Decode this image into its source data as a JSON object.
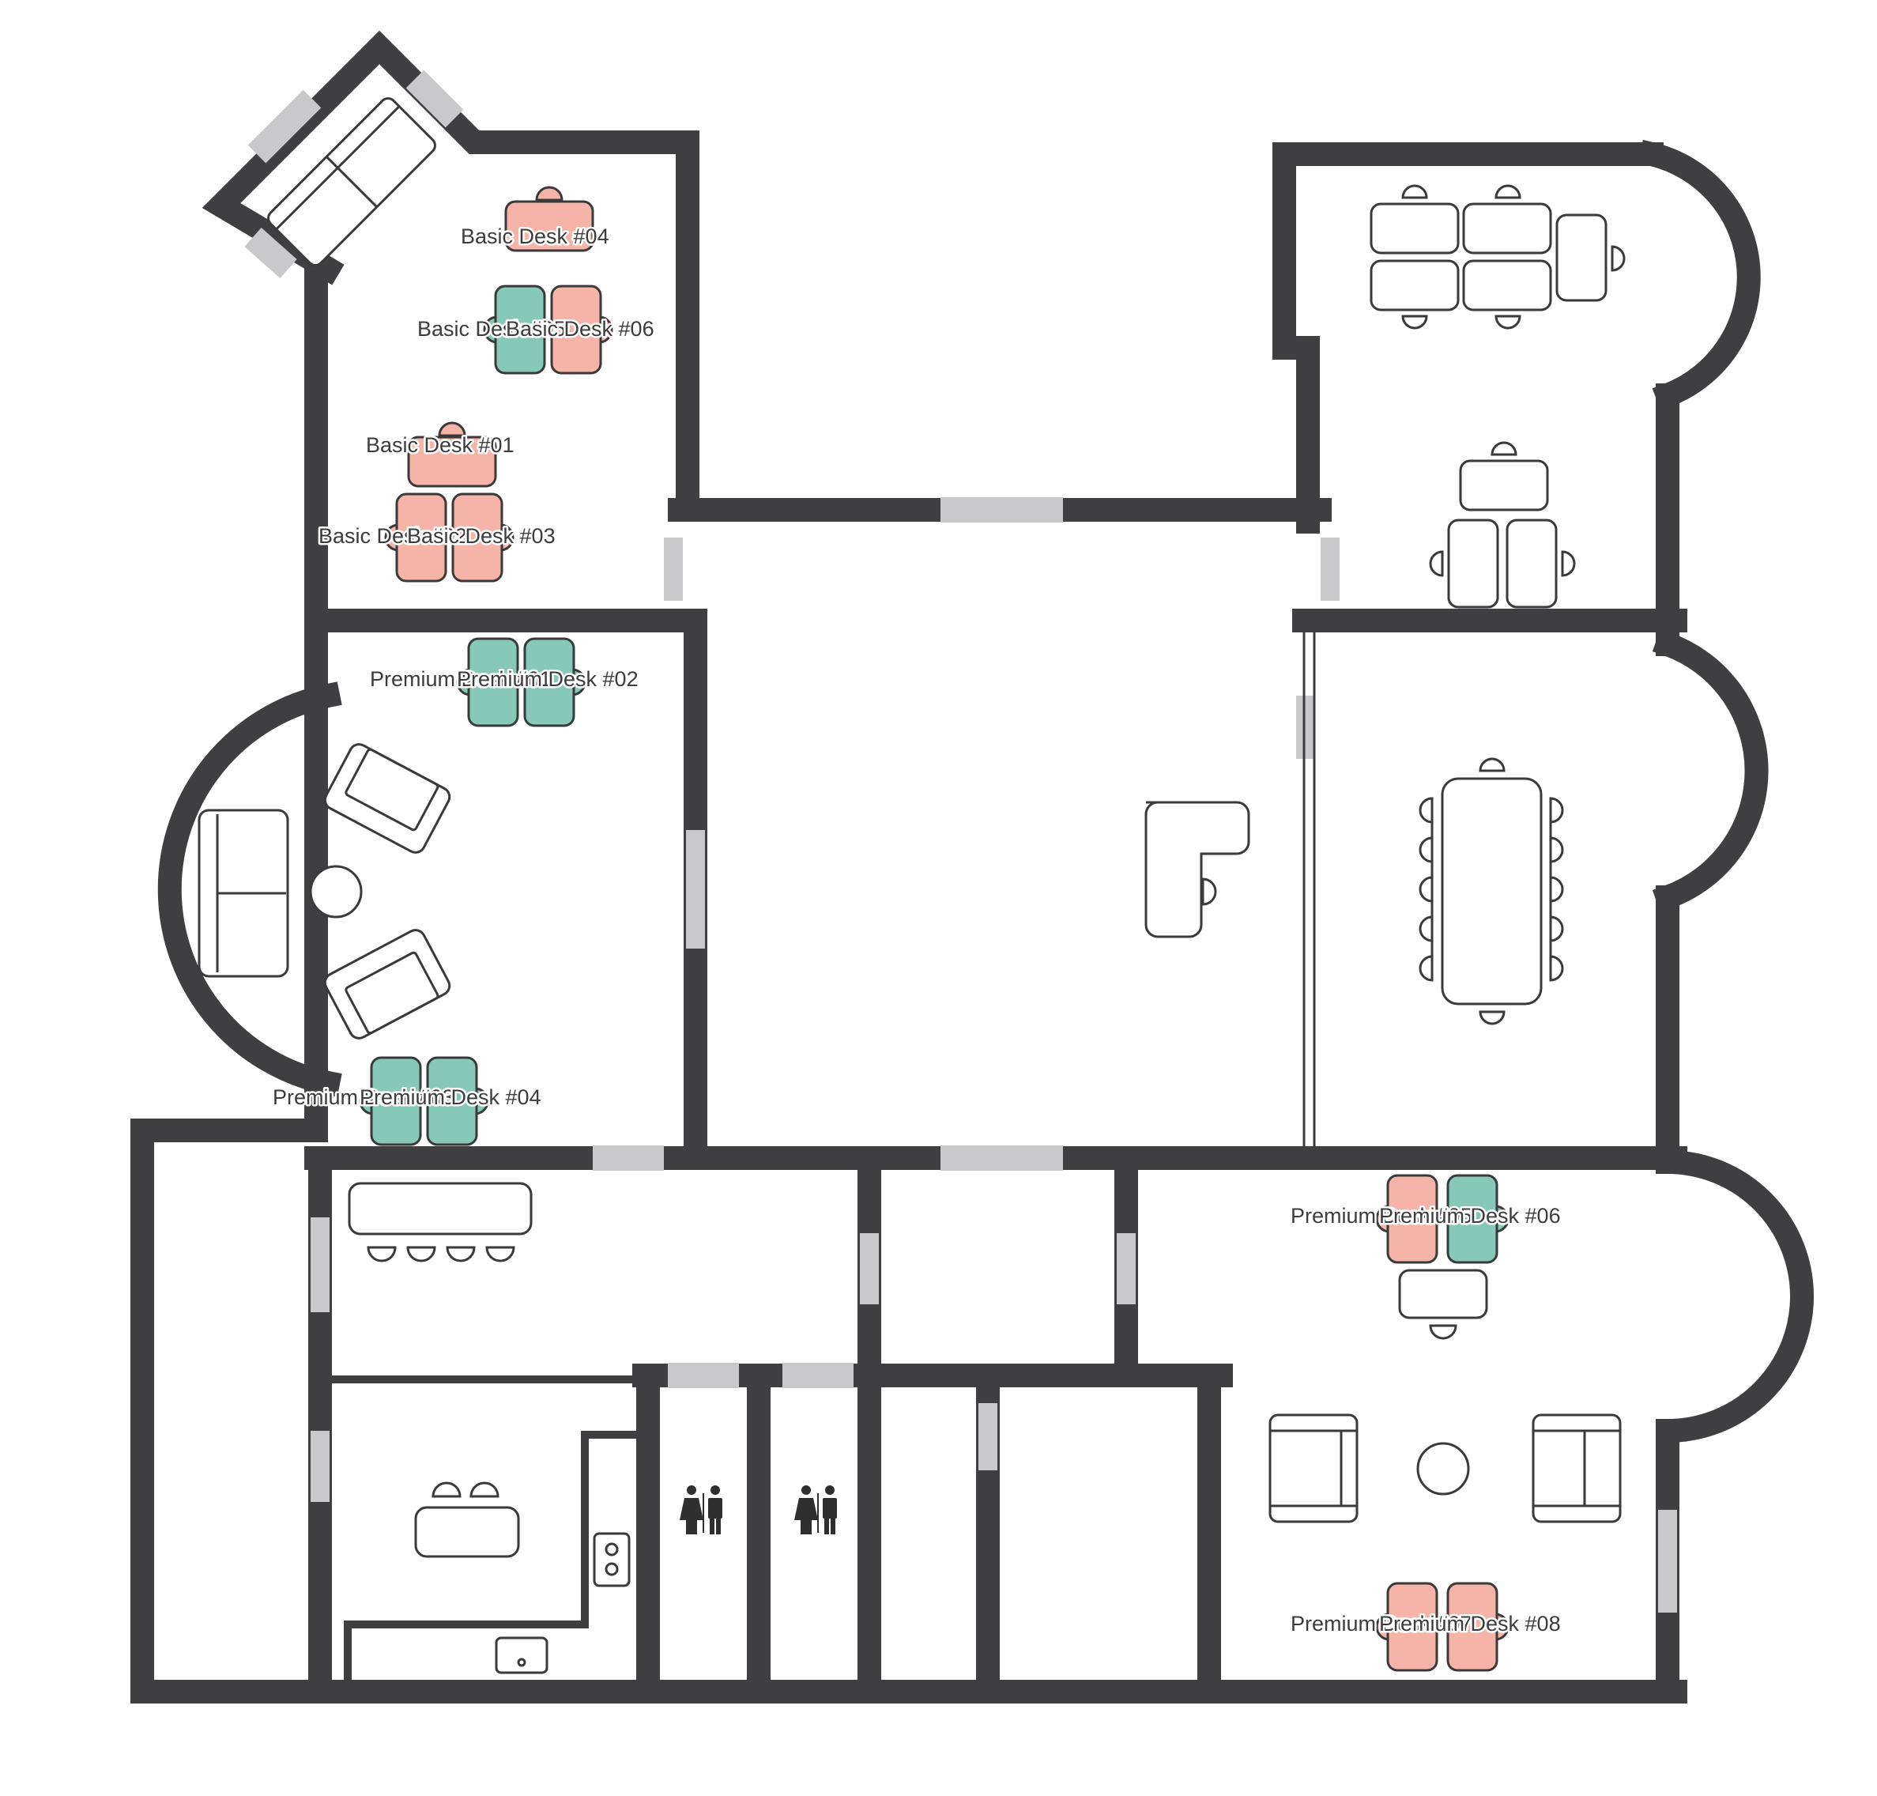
{
  "colors": {
    "wall": "#3f3f41",
    "door": "#c9c9cc",
    "desk_booked": "#f6b3a7",
    "desk_available": "#86c9b8"
  },
  "desks": [
    {
      "id": "basic-04",
      "label": "Basic Desk #04",
      "status": "booked"
    },
    {
      "id": "basic-05",
      "label": "Basic Desk #05",
      "status": "available"
    },
    {
      "id": "basic-06",
      "label": "Basic Desk #06",
      "status": "booked"
    },
    {
      "id": "basic-01",
      "label": "Basic Desk #01",
      "status": "booked"
    },
    {
      "id": "basic-02",
      "label": "Basic Desk #02",
      "status": "booked"
    },
    {
      "id": "basic-03",
      "label": "Basic Desk #03",
      "status": "booked"
    },
    {
      "id": "premium-01",
      "label": "Premium Desk #01",
      "status": "available"
    },
    {
      "id": "premium-02",
      "label": "Premium Desk #02",
      "status": "available"
    },
    {
      "id": "premium-03",
      "label": "Premium Desk #03",
      "status": "available"
    },
    {
      "id": "premium-04",
      "label": "Premium Desk #04",
      "status": "available"
    },
    {
      "id": "premium-05",
      "label": "Premium Desk #05",
      "status": "booked"
    },
    {
      "id": "premium-06",
      "label": "Premium Desk #06",
      "status": "available"
    },
    {
      "id": "premium-07",
      "label": "Premium Desk #07",
      "status": "booked"
    },
    {
      "id": "premium-08",
      "label": "Premium Desk #08",
      "status": "booked"
    }
  ],
  "icons": {
    "restroom_left": "restroom-icon",
    "restroom_right": "restroom-icon"
  }
}
